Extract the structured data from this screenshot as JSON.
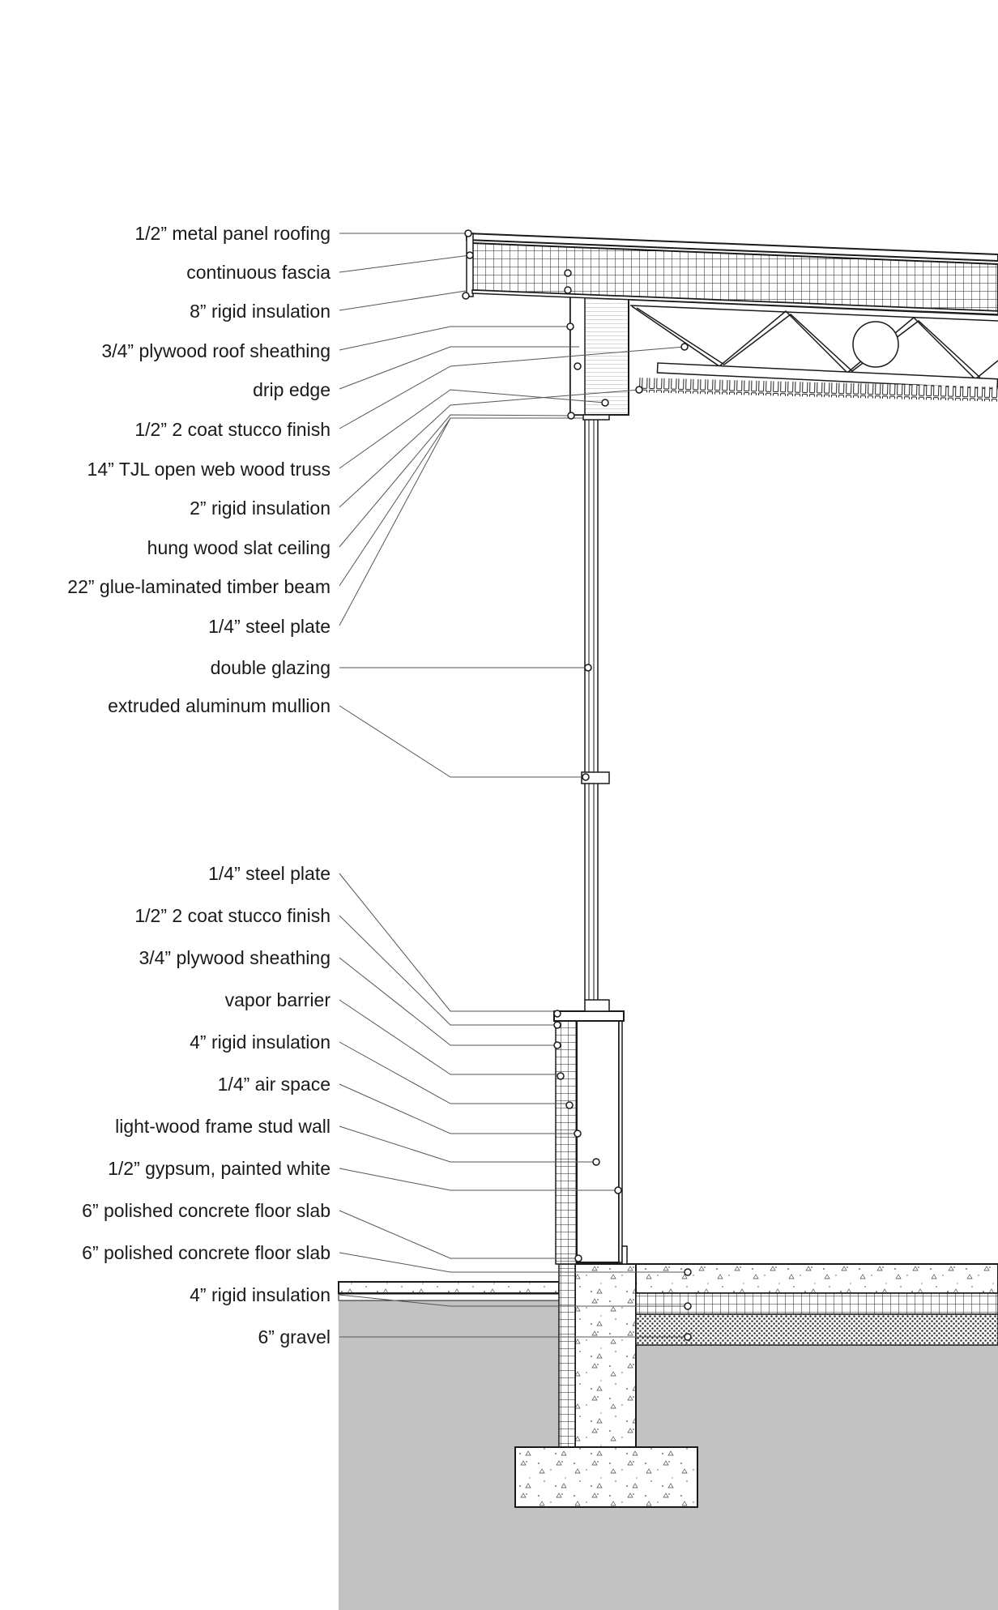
{
  "upper_labels": [
    "1/2” metal panel roofing",
    "continuous fascia",
    "8” rigid insulation",
    "3/4” plywood roof sheathing",
    "drip edge",
    "1/2” 2 coat stucco finish",
    "14” TJL open web wood truss",
    "2” rigid insulation",
    "hung wood slat ceiling",
    "22” glue-laminated timber beam",
    "1/4” steel plate",
    "double glazing",
    "extruded aluminum mullion"
  ],
  "lower_labels": [
    "1/4” steel plate",
    "1/2” 2 coat stucco finish",
    "3/4” plywood sheathing",
    "vapor barrier",
    "4” rigid insulation",
    "1/4” air space",
    "light-wood frame stud wall",
    "1/2” gypsum, painted white",
    "6” polished concrete floor slab",
    "6” polished concrete floor slab",
    "4” rigid insulation",
    "6” gravel"
  ],
  "colors": {
    "line": "#1a1a1a",
    "leader": "#555555",
    "earth": "#c2c2c2",
    "background": "#ffffff"
  }
}
